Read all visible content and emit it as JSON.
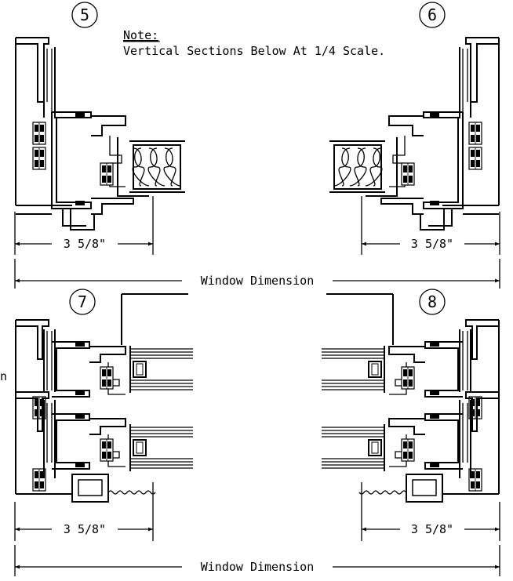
{
  "note": {
    "heading": "Note:",
    "body": "Vertical Sections Below At 1/4 Scale."
  },
  "details": [
    {
      "label": "5"
    },
    {
      "label": "6"
    },
    {
      "label": "7"
    },
    {
      "label": "8"
    }
  ],
  "dimensions": {
    "d5": "3 5/8\"",
    "d6": "3 5/8\"",
    "d7": "3 5/8\"",
    "d8": "3 5/8\"",
    "window_top": "Window Dimension",
    "window_bottom": "Window Dimension"
  },
  "clipped_left_text": "n"
}
